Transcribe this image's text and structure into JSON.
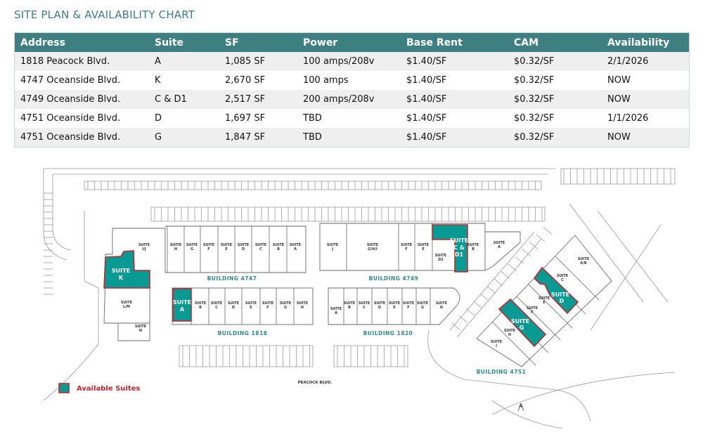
{
  "title": "SITE PLAN & AVAILABILITY CHART",
  "table": {
    "headers": [
      "Address",
      "Suite",
      "SF",
      "Power",
      "Base Rent",
      "CAM",
      "Availability"
    ],
    "rows": [
      [
        "1818 Peacock Blvd.",
        "A",
        "1,085 SF",
        "100 amps/208v",
        "$1.40/SF",
        "$0.32/SF",
        "2/1/2026"
      ],
      [
        "4747 Oceanside Blvd.",
        "K",
        "2,670 SF",
        "100 amps",
        "$1.40/SF",
        "$0.32/SF",
        "NOW"
      ],
      [
        "4749 Oceanside Blvd.",
        "C & D1",
        "2,517 SF",
        "200 amps/208v",
        "$1.40/SF",
        "$0.32/SF",
        "NOW"
      ],
      [
        "4751 Oceanside Blvd.",
        "D",
        "1,697 SF",
        "TBD",
        "$1.40/SF",
        "$0.32/SF",
        "1/1/2026"
      ],
      [
        "4751 Oceanside Blvd.",
        "G",
        "1,847 SF",
        "TBD",
        "$1.40/SF",
        "$0.32/SF",
        "NOW"
      ]
    ]
  },
  "site_plan": {
    "suite_word": "SUITE",
    "buildings": {
      "b4747": {
        "label": "BUILDING 4747",
        "suites": [
          "I/J",
          "H",
          "G",
          "F",
          "E",
          "D",
          "C",
          "B",
          "A",
          "K",
          "L/M",
          "N"
        ]
      },
      "b1818": {
        "label": "BUILDING 1818",
        "suites": [
          "A",
          "B",
          "C",
          "D",
          "E",
          "F",
          "G",
          "H"
        ]
      },
      "b4749": {
        "label": "BUILDING 4749",
        "suites": [
          "J",
          "G/H/I",
          "F",
          "E",
          "D2",
          "C &",
          "D1",
          "B",
          "A"
        ]
      },
      "b1820": {
        "label": "BUILDING 1820",
        "suites": [
          "A",
          "B",
          "C",
          "D",
          "E",
          "F",
          "G",
          "H"
        ]
      },
      "b4751": {
        "label": "BUILDING 4751",
        "suites": [
          "A/B",
          "C",
          "D",
          "E",
          "F",
          "G",
          "H",
          "I"
        ]
      }
    },
    "street": "PEACOCK BLVD.",
    "north": "N",
    "legend": "Available Suites"
  },
  "colors": {
    "header": "#3e8081",
    "available": "#0a9a94",
    "available_border": "#c0272d",
    "title": "#3d7f80"
  }
}
